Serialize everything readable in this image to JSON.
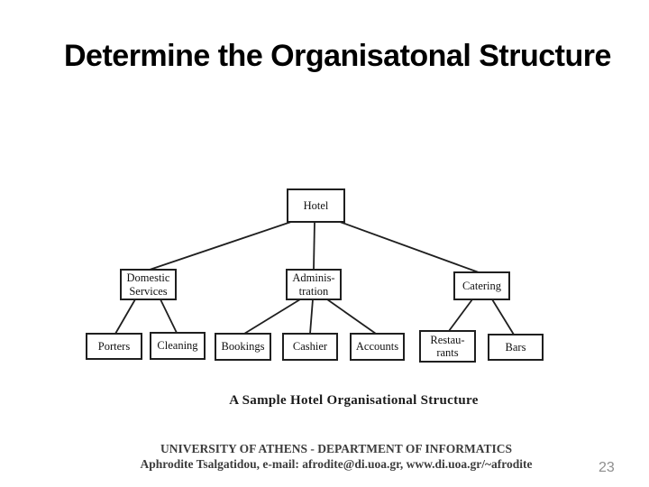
{
  "slide": {
    "title": "Determine the Organisatonal Structure",
    "page_number": "23",
    "background_color": "#ffffff",
    "title_color": "#000000"
  },
  "diagram": {
    "caption": "A Sample Hotel Organisational Structure",
    "ink_color": "#1f1f1f",
    "nodes": {
      "hotel": {
        "lines": [
          "Hotel"
        ]
      },
      "domestic_services": {
        "lines": [
          "Domestic",
          "Services"
        ]
      },
      "administration": {
        "lines": [
          "Adminis-",
          "tration"
        ]
      },
      "catering": {
        "lines": [
          "Catering"
        ]
      },
      "porters": {
        "lines": [
          "Porters"
        ]
      },
      "cleaning": {
        "lines": [
          "Cleaning"
        ]
      },
      "bookings": {
        "lines": [
          "Bookings"
        ]
      },
      "cashier": {
        "lines": [
          "Cashier"
        ]
      },
      "accounts": {
        "lines": [
          "Accounts"
        ]
      },
      "restaurants": {
        "lines": [
          "Restau-",
          "rants"
        ]
      },
      "bars": {
        "lines": [
          "Bars"
        ]
      }
    },
    "edges": [
      [
        "Hotel",
        "Domestic Services"
      ],
      [
        "Hotel",
        "Administration"
      ],
      [
        "Hotel",
        "Catering"
      ],
      [
        "Domestic Services",
        "Porters"
      ],
      [
        "Domestic Services",
        "Cleaning"
      ],
      [
        "Administration",
        "Bookings"
      ],
      [
        "Administration",
        "Cashier"
      ],
      [
        "Administration",
        "Accounts"
      ],
      [
        "Catering",
        "Restaurants"
      ],
      [
        "Catering",
        "Bars"
      ]
    ]
  },
  "footer": {
    "line1": "UNIVERSITY OF ATHENS - DEPARTMENT OF INFORMATICS",
    "line2": "Aphrodite Tsalgatidou, e-mail: afrodite@di.uoa.gr, www.di.uoa.gr/~afrodite",
    "color": "#3c3c3c"
  }
}
